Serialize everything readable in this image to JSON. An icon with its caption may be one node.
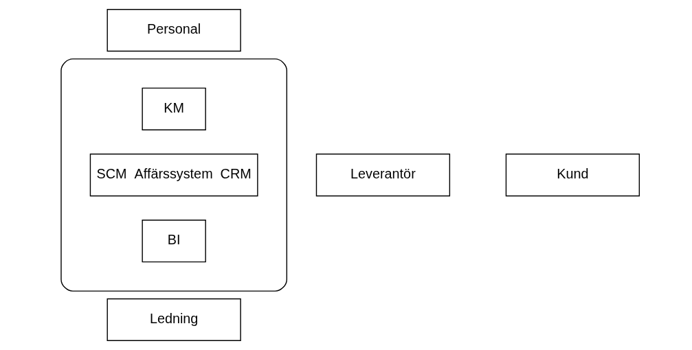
{
  "diagram": {
    "nodes": [
      {
        "text": [
          "Personal"
        ]
      },
      {
        "text": [],
        "shape": "ellipse"
      },
      {
        "text": [
          "KM"
        ],
        "in": 1
      },
      {
        "text": [
          "Leverantör"
        ]
      },
      {
        "text": [
          "SCM  Affärssystem  CRM"
        ],
        "in": 1
      },
      {
        "text": [
          "Kund"
        ]
      },
      {
        "text": [
          "BI"
        ],
        "in": 1
      },
      {
        "text": [
          "Ledning"
        ]
      }
    ],
    "edges": []
  }
}
